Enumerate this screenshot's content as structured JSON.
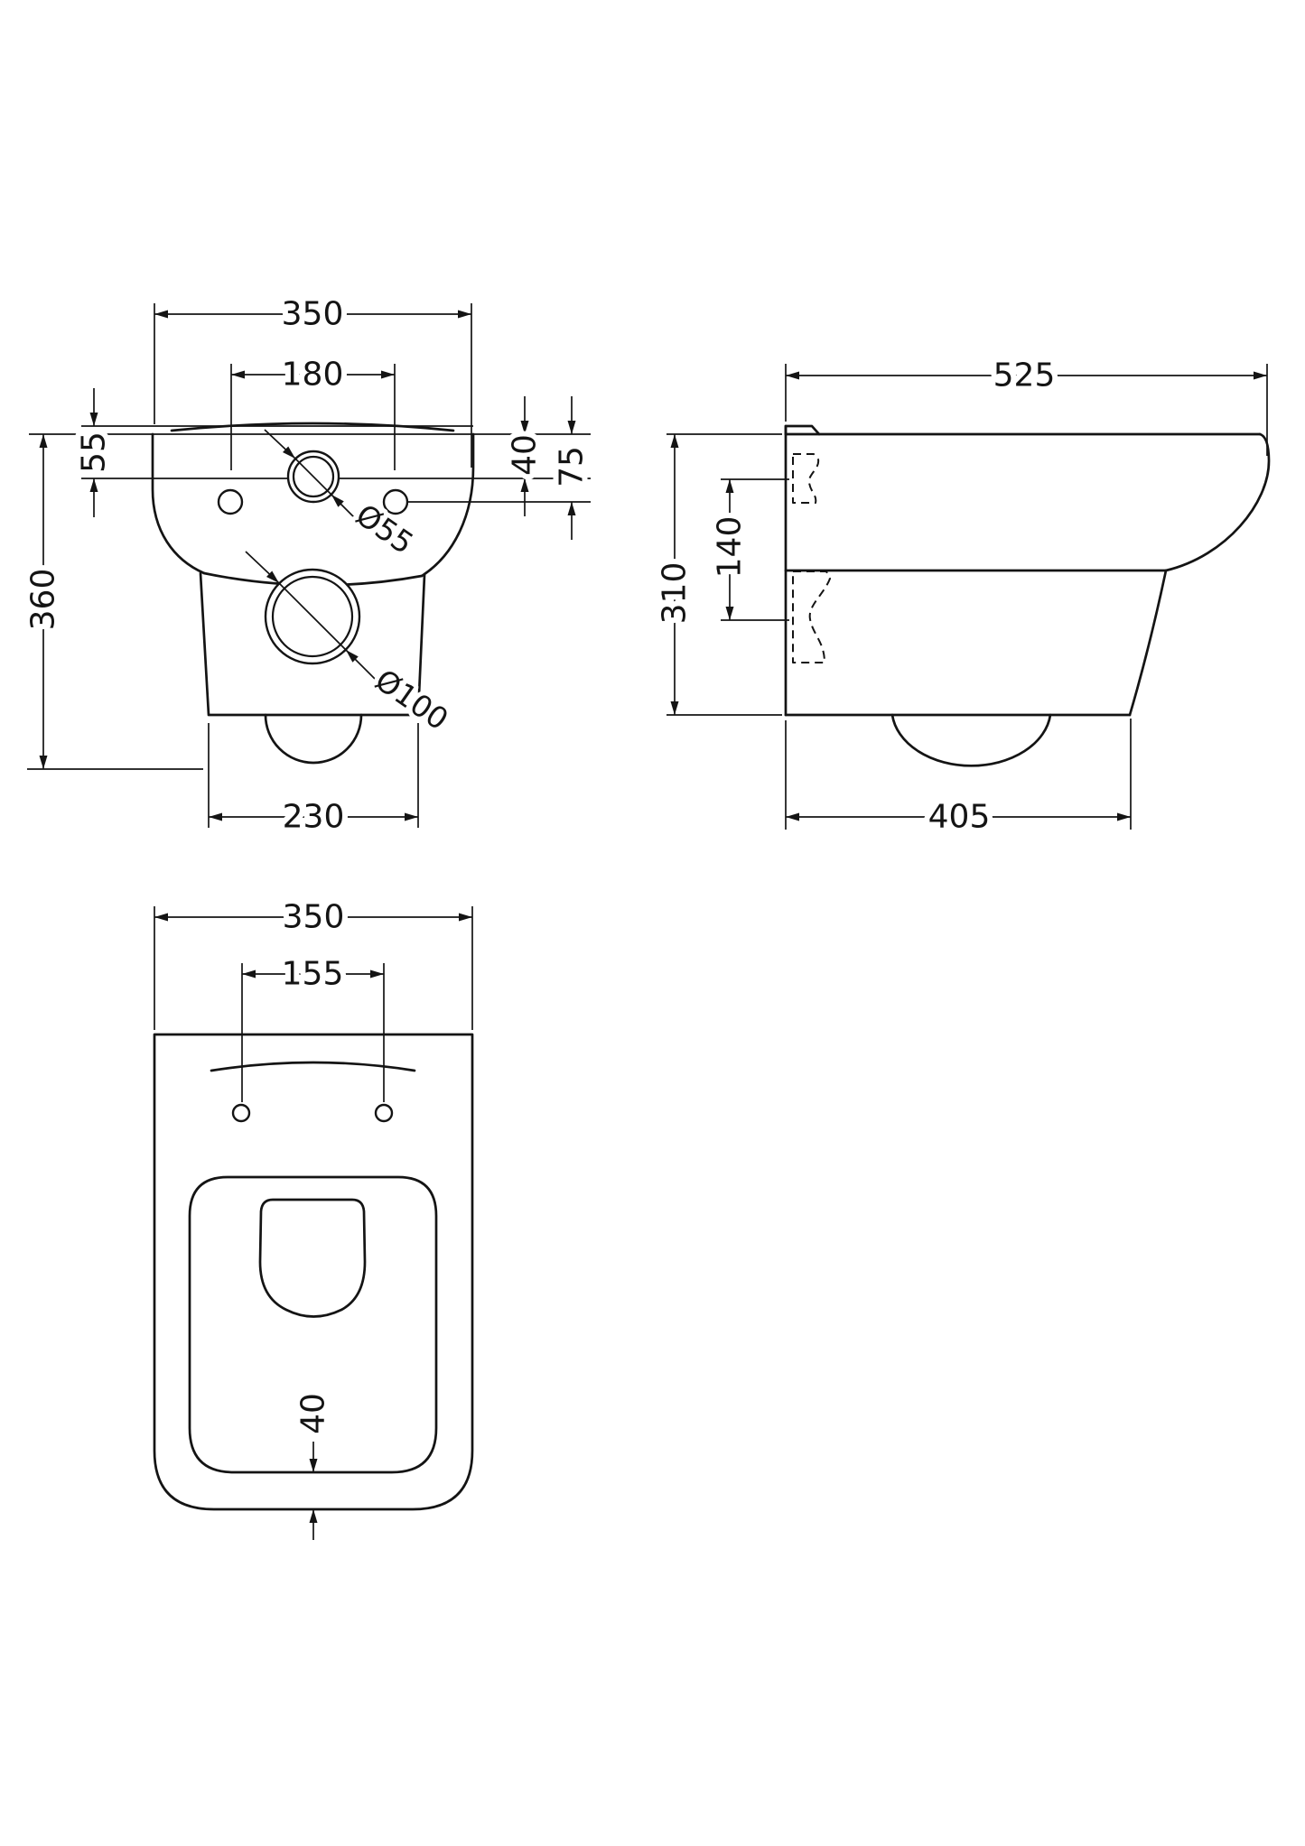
{
  "drawing": {
    "description": "Wall-hung toilet pan technical dimension drawing, three orthographic views",
    "units": "mm",
    "dimensions": {
      "rear": {
        "width": "350",
        "hole_spacing": "180",
        "top_to_inlet": "55",
        "height": "360",
        "inlet_offset": "40",
        "fixing_offset": "75",
        "inlet_diameter": "Ø55",
        "outlet_diameter": "Ø100",
        "bottom_width": "230"
      },
      "side": {
        "depth": "525",
        "height": "310",
        "fixing_hole_spacing": "140",
        "body_depth": "405"
      },
      "plan": {
        "width": "350",
        "seat_hole_spacing": "155",
        "rim_to_front": "40"
      }
    }
  }
}
